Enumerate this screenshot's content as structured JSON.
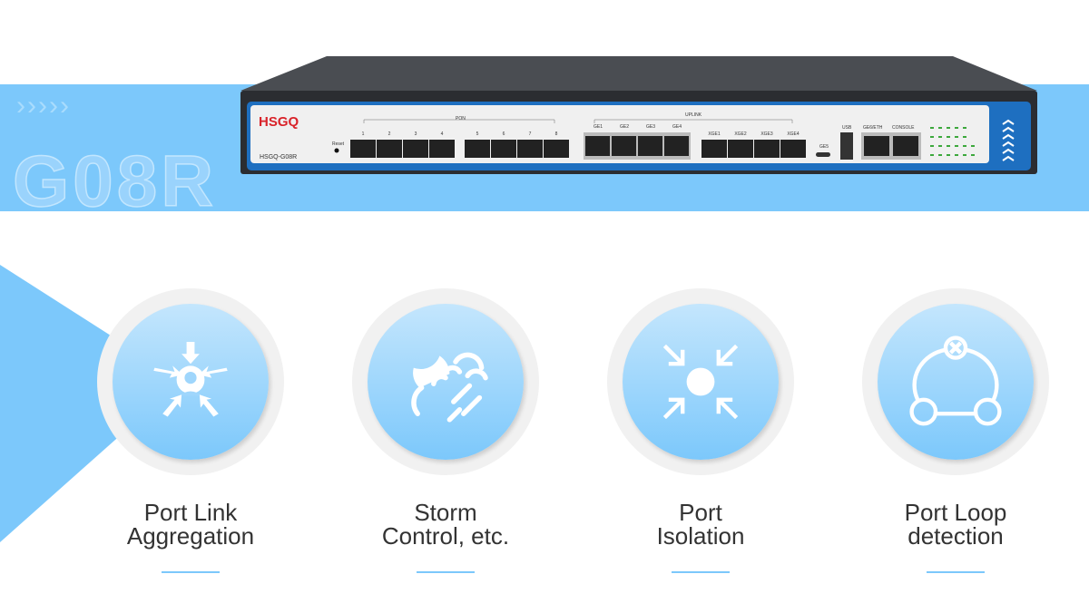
{
  "banner": {
    "chevrons": "›››››",
    "ghost_text": "G08R"
  },
  "device": {
    "brand": "HSGQ",
    "model": "HSGQ-G08R",
    "reset": "Reset",
    "pon_label": "PON",
    "pon_ports": [
      "1",
      "2",
      "3",
      "4",
      "5",
      "6",
      "7",
      "8"
    ],
    "uplink_label": "UPLINK",
    "ge_ports": [
      "GE1",
      "GE2",
      "GE3",
      "GE4"
    ],
    "xge_ports": [
      "XGE1",
      "XGE2",
      "XGE3",
      "XGE4"
    ],
    "ge5": "GE5",
    "usb": "USB",
    "ge6": "GE6/ETH",
    "console": "CONSOLE"
  },
  "features": [
    {
      "line1": "Port Link",
      "line2": "Aggregation",
      "icon": "link-aggregation-icon"
    },
    {
      "line1": "Storm",
      "line2": "Control, etc.",
      "icon": "storm-icon"
    },
    {
      "line1": "Port",
      "line2": "Isolation",
      "icon": "isolation-icon"
    },
    {
      "line1": "Port Loop",
      "line2": "detection",
      "icon": "loop-detection-icon"
    }
  ],
  "colors": {
    "accent": "#7cc8fb",
    "brand_red": "#d9232a",
    "panel_blue": "#1e6fc0"
  }
}
